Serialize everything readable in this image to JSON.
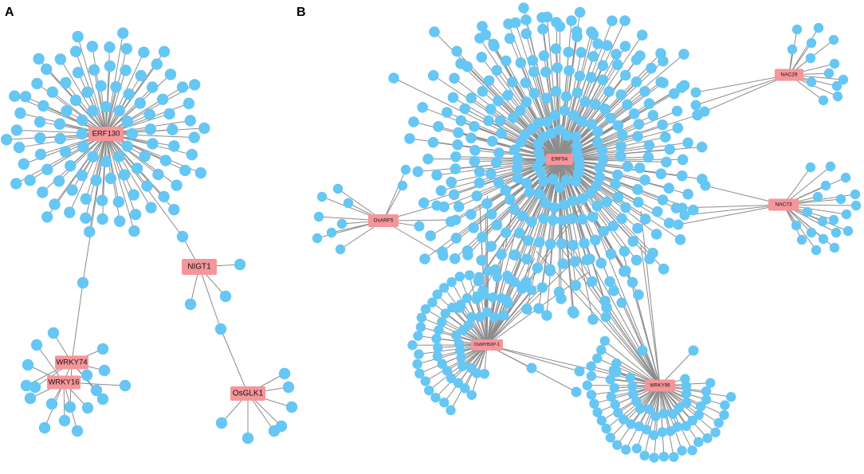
{
  "panels": [
    {
      "label": "A",
      "hubs": [
        {
          "id": "ERF130",
          "label": "ERF130"
        },
        {
          "id": "NIGT1",
          "label": "NIGT1"
        },
        {
          "id": "OsGLK1",
          "label": "OsGLK1"
        },
        {
          "id": "WRKY74",
          "label": "WRKY74"
        },
        {
          "id": "WRKY16",
          "label": "WRKY16"
        }
      ]
    },
    {
      "label": "B",
      "hubs": [
        {
          "id": "ERF54",
          "label": "ERF54"
        },
        {
          "id": "NAC29",
          "label": "NAC29"
        },
        {
          "id": "NAC73",
          "label": "NAC73"
        },
        {
          "id": "OsARF5",
          "label": "OsARF5"
        },
        {
          "id": "OsMYB2P-1",
          "label": "OsMYB2P-1"
        },
        {
          "id": "WRKY96",
          "label": "WRKY96"
        }
      ]
    }
  ],
  "colors": {
    "hub": "#f5969a",
    "leaf": "#66c6f4",
    "edge": "#8c8c8c"
  }
}
